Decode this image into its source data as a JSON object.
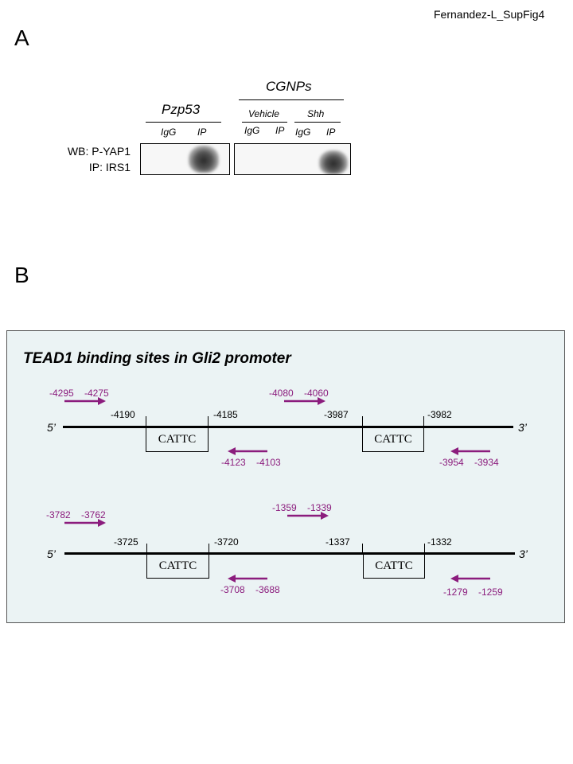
{
  "figure_id": "Fernandez-L_SupFig4",
  "panel_a": {
    "label": "A",
    "pzp53": {
      "title": "Pzp53",
      "lanes": [
        "IgG",
        "IP"
      ]
    },
    "cgnps": {
      "title": "CGNPs",
      "vehicle": {
        "title": "Vehicle",
        "lanes": [
          "IgG",
          "IP"
        ]
      },
      "shh": {
        "title": "Shh",
        "lanes": [
          "IgG",
          "IP"
        ]
      }
    },
    "wb_label": "WB: P-YAP1",
    "ip_label": "IP: IRS1"
  },
  "panel_b": {
    "label": "B",
    "title": "TEAD1 binding sites in Gli2 promoter",
    "five_prime": "5’",
    "three_prime": "3’",
    "site_text": "CATTC",
    "row1": {
      "positions": [
        "-4190",
        "-4185",
        "-3987",
        "-3982"
      ],
      "primer_fwd1": [
        "-4295",
        "-4275"
      ],
      "primer_fwd2": [
        "-4080",
        "-4060"
      ],
      "primer_rev1": [
        "-4123",
        "-4103"
      ],
      "primer_rev2": [
        "-3954",
        "-3934"
      ]
    },
    "row2": {
      "positions": [
        "-3725",
        "-3720",
        "-1337",
        "-1332"
      ],
      "primer_fwd1": [
        "-3782",
        "-3762"
      ],
      "primer_fwd2": [
        "-1359",
        "-1339"
      ],
      "primer_rev1": [
        "-3708",
        "-3688"
      ],
      "primer_rev2": [
        "-1279",
        "-1259"
      ]
    },
    "primer_color": "#8b1c7d"
  }
}
